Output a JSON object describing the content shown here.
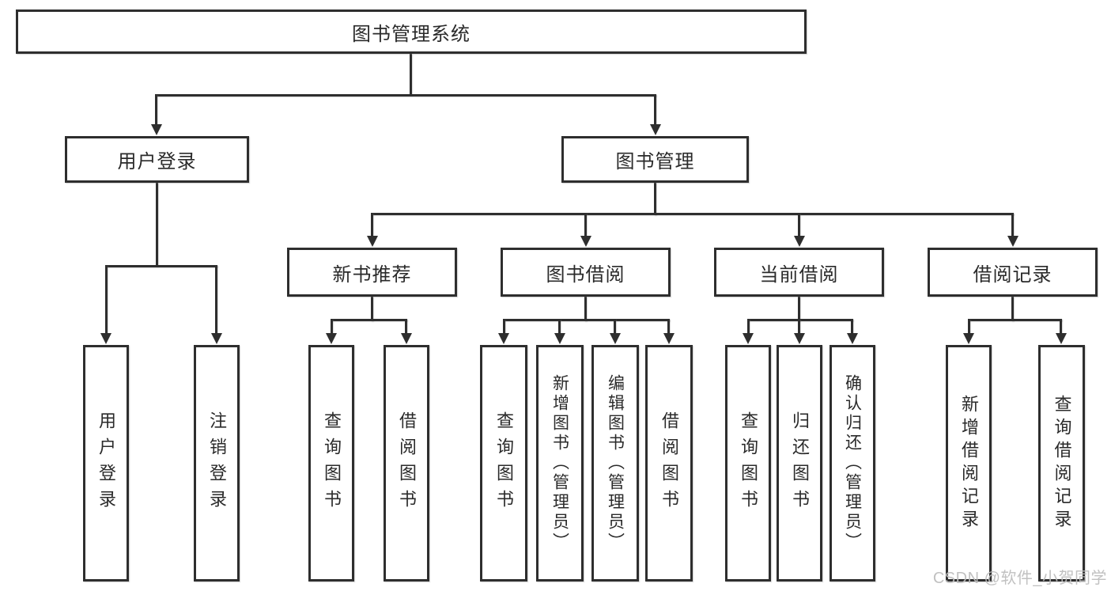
{
  "diagram": {
    "type": "hierarchy-flowchart",
    "line_color": "#2e2e2e",
    "text_color": "#2a2a2a",
    "background": "#ffffff"
  },
  "root": {
    "label": "图书管理系统"
  },
  "level2": [
    {
      "label": "用户登录"
    },
    {
      "label": "图书管理"
    }
  ],
  "level3": [
    {
      "label": "新书推荐"
    },
    {
      "label": "图书借阅"
    },
    {
      "label": "当前借阅"
    },
    {
      "label": "借阅记录"
    }
  ],
  "leaves": {
    "user_login": [
      "用户登录",
      "注销登录"
    ],
    "new_book": [
      "查询图书",
      "借阅图书"
    ],
    "book_borrow": [
      "查询图书",
      "新增图书（管理员）",
      "编辑图书（管理员）",
      "借阅图书"
    ],
    "current_borrow": [
      "查询图书",
      "归还图书",
      "确认归还（管理员）"
    ],
    "borrow_record": [
      "新增借阅记录",
      "查询借阅记录"
    ]
  },
  "watermark": "CSDN @软件_小贺同学"
}
